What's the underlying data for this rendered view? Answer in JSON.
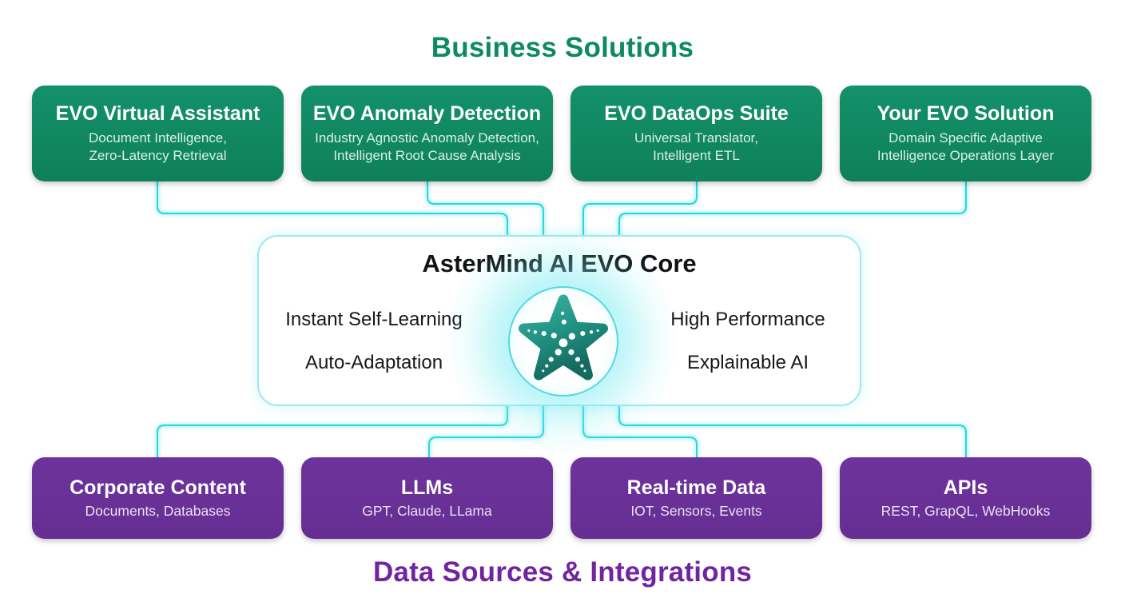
{
  "diagram": {
    "top": {
      "heading": "Business Solutions"
    },
    "solutions": [
      {
        "title": "EVO Virtual Assistant",
        "subtitle1": "Document Intelligence,",
        "subtitle2": "Zero-Latency Retrieval"
      },
      {
        "title": "EVO Anomaly Detection",
        "subtitle1": "Industry Agnostic Anomaly Detection,",
        "subtitle2": "Intelligent Root Cause Analysis"
      },
      {
        "title": "EVO DataOps Suite",
        "subtitle1": "Universal Translator,",
        "subtitle2": "Intelligent ETL"
      },
      {
        "title": "Your EVO Solution",
        "subtitle1": "Domain Specific Adaptive",
        "subtitle2": "Intelligence Operations Layer"
      }
    ],
    "core": {
      "title": "AsterMind AI EVO Core",
      "features_left": [
        "Instant Self-Learning",
        "Auto-Adaptation"
      ],
      "features_right": [
        "High Performance",
        "Explainable AI"
      ],
      "icon": "starfish-icon"
    },
    "sources": [
      {
        "title": "Corporate Content",
        "subtitle": "Documents, Databases"
      },
      {
        "title": "LLMs",
        "subtitle": "GPT, Claude, LLama"
      },
      {
        "title": "Real-time Data",
        "subtitle": "IOT, Sensors, Events"
      },
      {
        "title": "APIs",
        "subtitle": "REST, GrapQL, WebHooks"
      }
    ],
    "bottom": {
      "heading": "Data Sources & Integrations"
    },
    "colors": {
      "solution_box_green": "#11865f",
      "source_box_purple": "#6a3097",
      "heading_green": "#0d8a5f",
      "heading_purple": "#71249f",
      "connector_cyan": "#2bd5db",
      "core_border_cyan": "#9ae9ee",
      "starfish_teal": "#1d8a7c"
    }
  }
}
